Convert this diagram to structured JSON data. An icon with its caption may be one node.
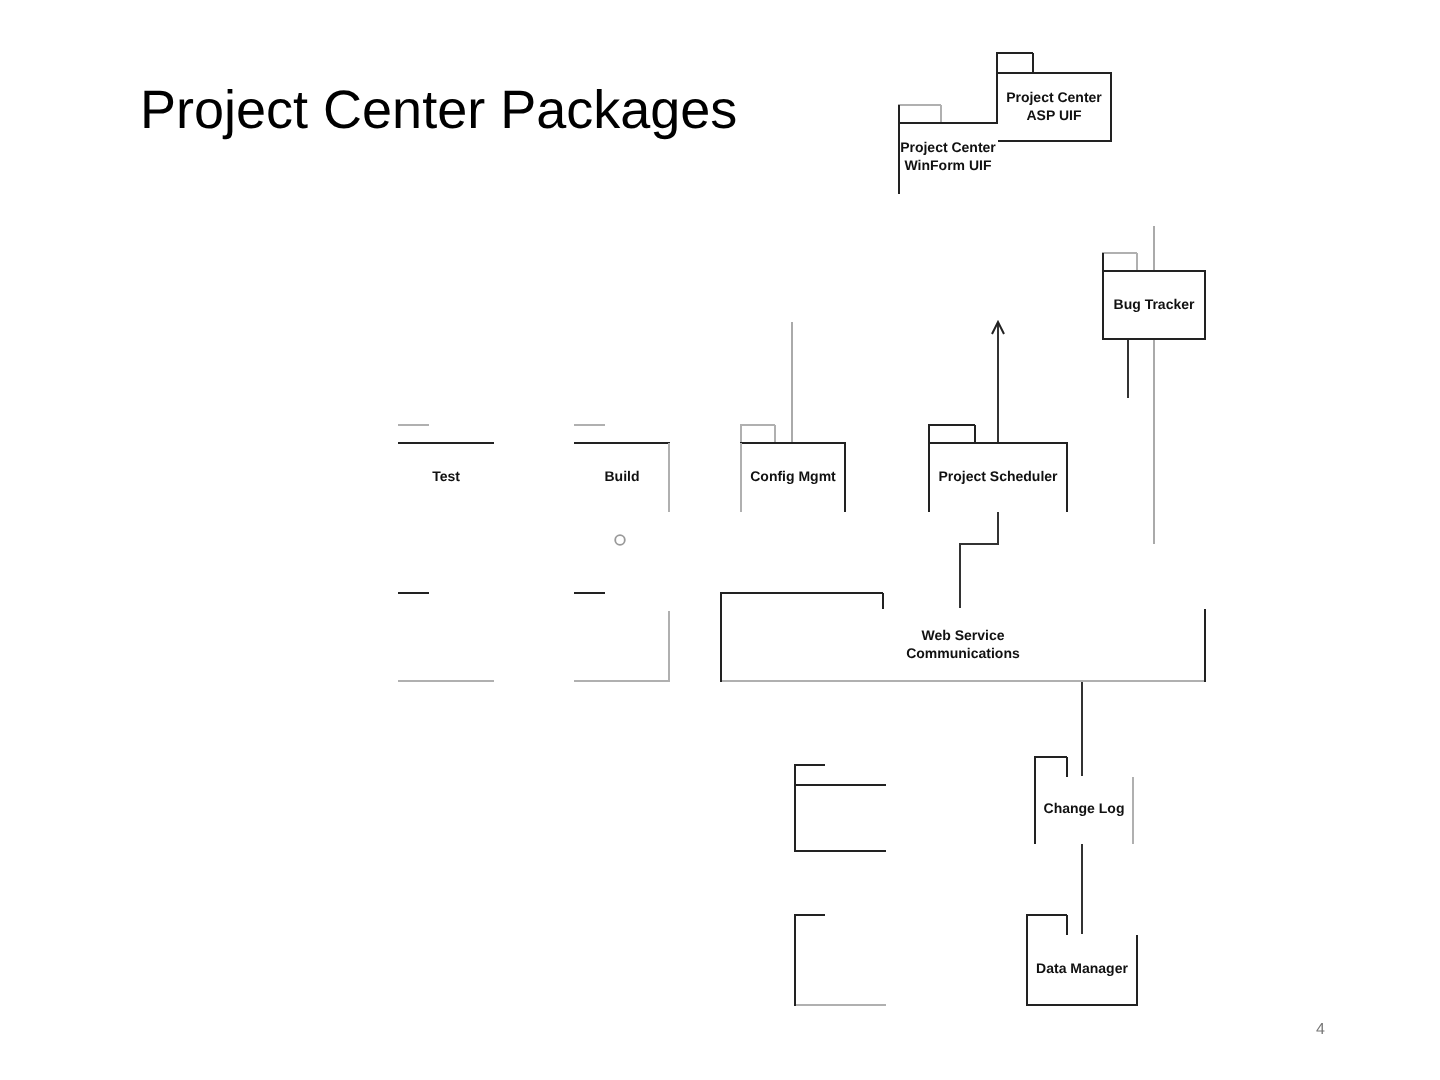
{
  "diagram": {
    "title": "Project Center Packages",
    "nodes": [
      {
        "text": [
          "Project Center ASP UIF"
        ]
      },
      {
        "text": [
          "Project Center WinForm UIF"
        ]
      },
      {
        "text": [
          "Bug Tracker"
        ]
      },
      {
        "text": [
          "Test"
        ]
      },
      {
        "text": [
          "Build"
        ]
      },
      {
        "text": [
          "Config Mgmt"
        ]
      },
      {
        "text": [
          "Project Scheduler"
        ]
      },
      {
        "text": [],
        "shape": "box"
      },
      {
        "text": [],
        "shape": "box"
      },
      {
        "text": [
          "Web Service Communications"
        ]
      },
      {
        "text": [],
        "shape": "box"
      },
      {
        "text": [
          "Change Log"
        ]
      },
      {
        "text": [],
        "shape": "box"
      },
      {
        "text": [
          "Data Manager"
        ]
      }
    ],
    "edges": [
      {
        "from": 6,
        "to": null,
        "arrow": "to"
      },
      {
        "from": 5,
        "to": null,
        "arrow": "none",
        "color": "#aaaaaa"
      },
      {
        "from": 2,
        "to": null,
        "arrow": "none",
        "color": "#aaaaaa"
      },
      {
        "from": 2,
        "to": null,
        "arrow": "none",
        "color": "#aaaaaa"
      },
      {
        "from": 2,
        "to": null,
        "arrow": "none"
      },
      {
        "from": 6,
        "to": 9,
        "arrow": "none"
      },
      {
        "from": 9,
        "to": 11,
        "arrow": "none"
      },
      {
        "from": 11,
        "to": 13,
        "arrow": "none"
      }
    ],
    "labels": [
      "4"
    ]
  }
}
